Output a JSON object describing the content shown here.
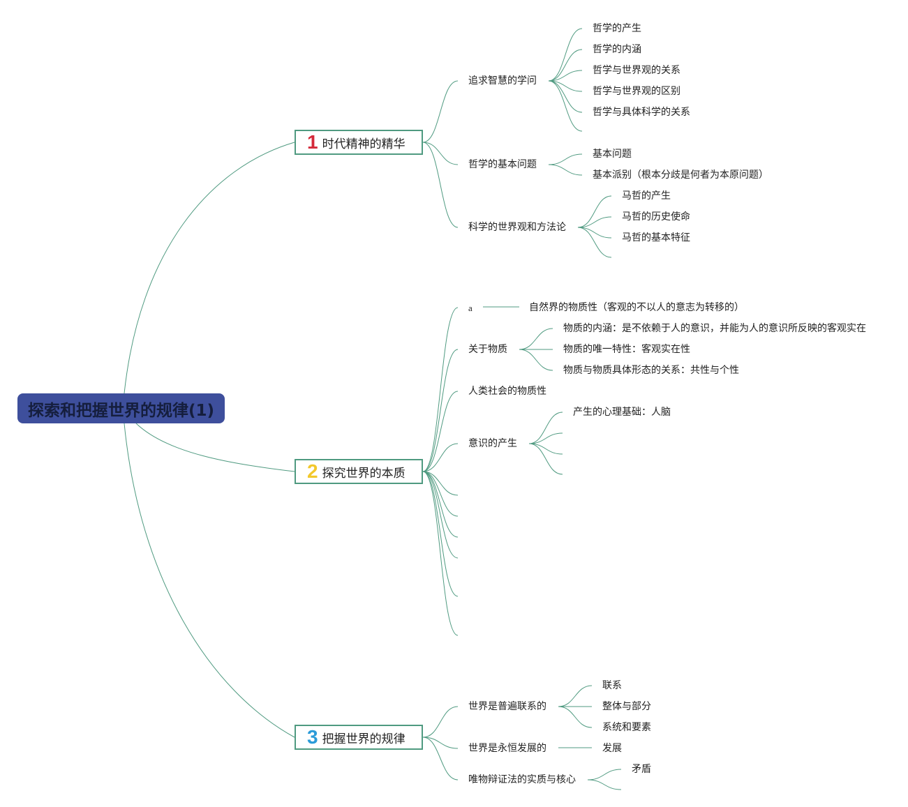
{
  "root": {
    "title": "探索和把握世界的规律(1)"
  },
  "colors": {
    "root_bg": "#3e4f9c",
    "root_text": "#151e3d",
    "line": "#4f9a80",
    "num1": "#d42a3a",
    "num2": "#f2c82c",
    "num3": "#2b9bd8"
  },
  "branches": [
    {
      "number": "1",
      "label": "时代精神的精华",
      "topics": [
        {
          "label": "追求智慧的学问",
          "children": [
            "哲学的产生",
            "哲学的内涵",
            "哲学与世界观的关系",
            "哲学与世界观的区别",
            "哲学与具体科学的关系",
            ""
          ]
        },
        {
          "label": "哲学的基本问题",
          "children": [
            "基本问题",
            "基本派别（根本分歧是何者为本原问题）"
          ]
        },
        {
          "label": "科学的世界观和方法论",
          "children": [
            "马哲的产生",
            "马哲的历史使命",
            "马哲的基本特征",
            ""
          ]
        }
      ]
    },
    {
      "number": "2",
      "label": "探究世界的本质",
      "topics": [
        {
          "label": "a",
          "children": [
            "自然界的物质性（客观的不以人的意志为转移的）"
          ]
        },
        {
          "label": "关于物质",
          "children": [
            "物质的内涵：是不依赖于人的意识，并能为人的意识所反映的客观实在",
            "物质的唯一特性：客观实在性",
            "物质与物质具体形态的关系：共性与个性"
          ]
        },
        {
          "label": "人类社会的物质性",
          "children": []
        },
        {
          "label": "意识的产生",
          "children": [
            "产生的心理基础：人脑",
            "",
            "",
            ""
          ]
        }
      ]
    },
    {
      "number": "3",
      "label": "把握世界的规律",
      "topics": [
        {
          "label": "世界是普遍联系的",
          "children": [
            "联系",
            "整体与部分",
            "系统和要素"
          ]
        },
        {
          "label": "世界是永恒发展的",
          "children": [
            "发展"
          ]
        },
        {
          "label": "唯物辩证法的实质与核心",
          "children": [
            "矛盾",
            ""
          ]
        }
      ]
    }
  ]
}
